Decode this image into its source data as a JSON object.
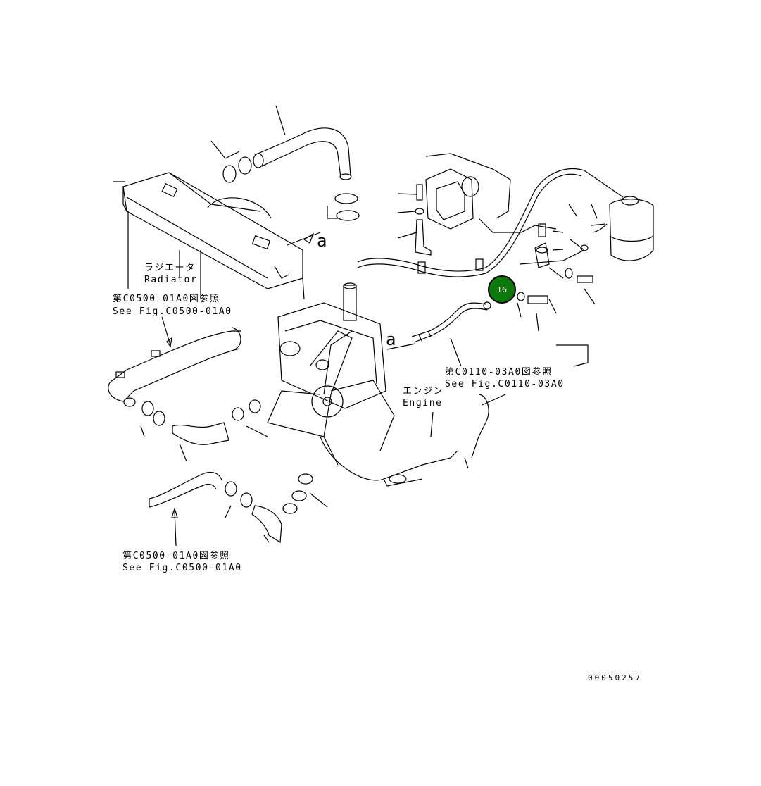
{
  "labels": {
    "radiator_jp": "ラジエータ",
    "radiator_en": "Radiator",
    "engine_jp": "エンジン",
    "engine_en": "Engine",
    "ref1_jp": "第C0500-01A0図参照",
    "ref1_en": "See Fig.C0500-01A0",
    "ref2_jp": "第C0110-03A0図参照",
    "ref2_en": "See Fig.C0110-03A0",
    "ref3_jp": "第C0500-01A0図参照",
    "ref3_en": "See Fig.C0500-01A0",
    "marker_a1": "a",
    "marker_a2": "a"
  },
  "callout": {
    "number": "16",
    "color": "#0b7a0b",
    "ring_color": "#000000"
  },
  "drawing_number": "00050257"
}
